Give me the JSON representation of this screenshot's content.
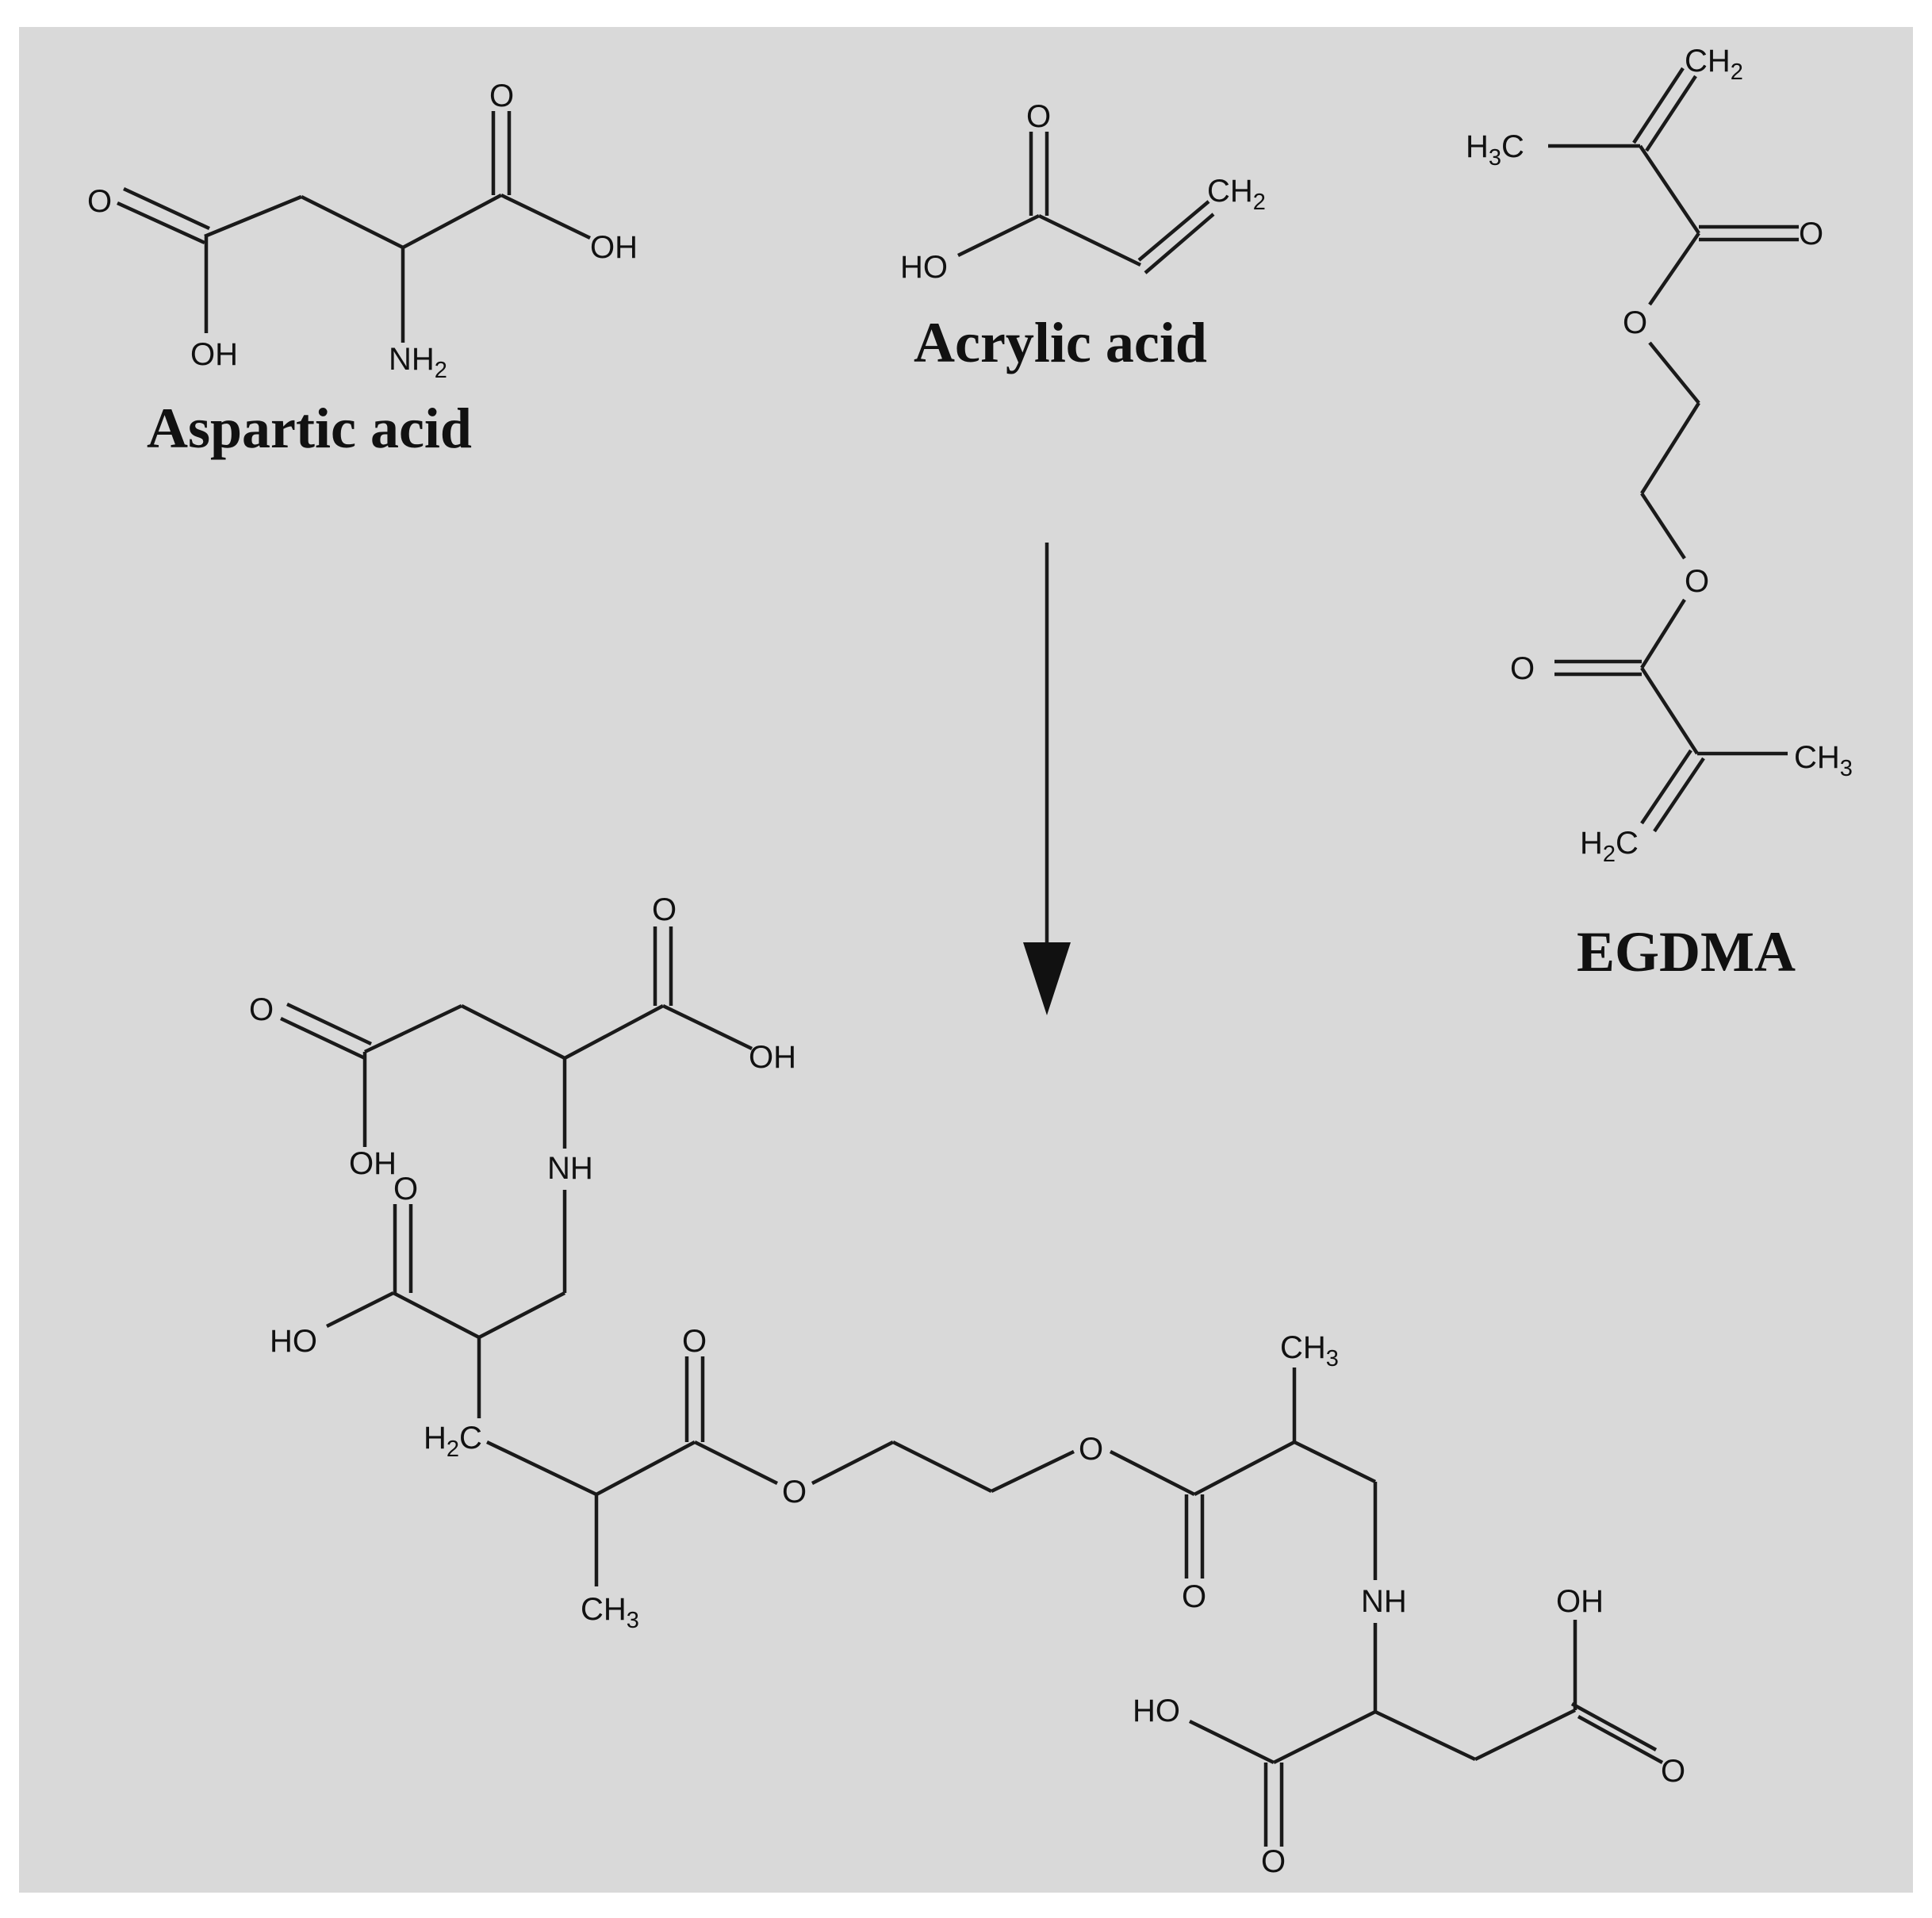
{
  "labels": {
    "aspartic": "Aspartic acid",
    "acrylic": "Acrylic acid",
    "egdma": "EGDMA"
  },
  "atoms": {
    "O": "O",
    "OH": "OH",
    "HO": "HO",
    "NH": "NH",
    "NH2": [
      "NH",
      "2"
    ],
    "CH2": [
      "CH",
      "2"
    ],
    "H2C": [
      "H",
      "2",
      "C"
    ],
    "H3C": [
      "H",
      "3",
      "C"
    ],
    "CH3": [
      "CH",
      "3"
    ]
  },
  "colors": {
    "background": "#d9d9d9",
    "frame": "#ffffff",
    "ink": "#111111"
  }
}
